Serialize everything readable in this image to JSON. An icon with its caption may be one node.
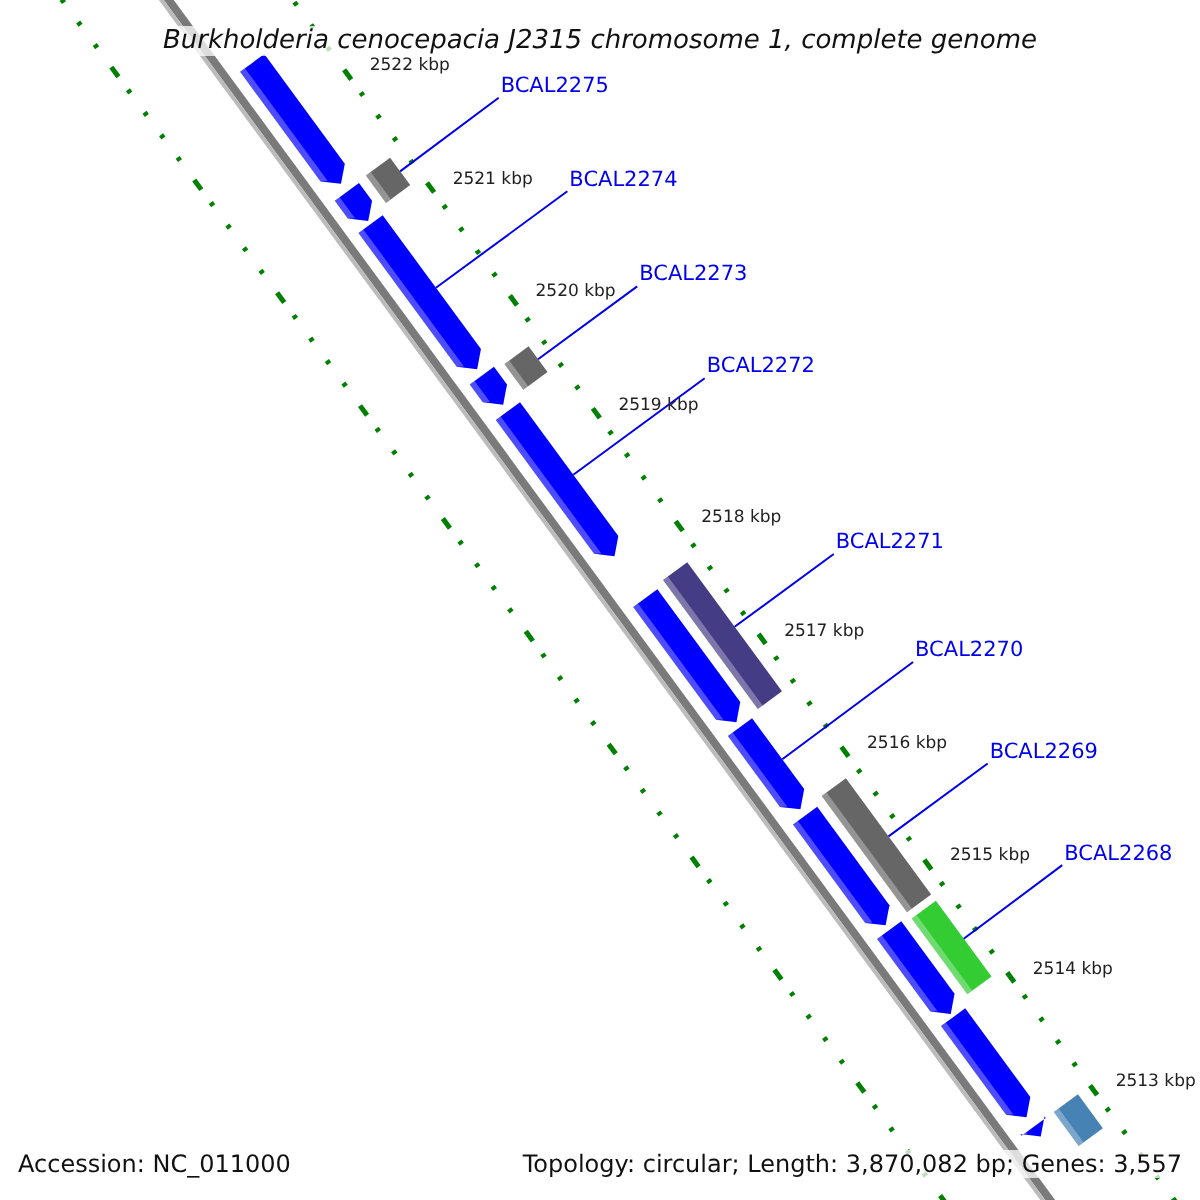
{
  "diagram": {
    "title": "Burkholderia cenocepacia J2315 chromosome 1, complete genome",
    "nodes": [
      {
        "text": [],
        "shape": "arrow"
      },
      {
        "text": [],
        "shape": "bar"
      },
      {
        "text": [],
        "shape": "arrow"
      },
      {
        "text": [],
        "shape": "arrow"
      },
      {
        "text": [],
        "shape": "arrow"
      },
      {
        "text": [],
        "shape": "bar"
      },
      {
        "text": [],
        "shape": "arrow"
      },
      {
        "text": [],
        "shape": "bar"
      },
      {
        "text": [],
        "shape": "arrow"
      },
      {
        "text": [],
        "shape": "arrow"
      },
      {
        "text": [],
        "shape": "bar"
      },
      {
        "text": [],
        "shape": "arrow"
      },
      {
        "text": [],
        "shape": "bar"
      },
      {
        "text": [],
        "shape": "arrow"
      },
      {
        "text": [],
        "shape": "arrow"
      },
      {
        "text": [],
        "shape": "bar"
      },
      {
        "text": [],
        "shape": "arrow"
      },
      {
        "text": [
          "BCAL2275"
        ]
      },
      {
        "text": [
          "BCAL2274"
        ]
      },
      {
        "text": [
          "BCAL2273"
        ]
      },
      {
        "text": [
          "BCAL2272"
        ]
      },
      {
        "text": [
          "BCAL2271"
        ]
      },
      {
        "text": [
          "BCAL2270"
        ]
      },
      {
        "text": [
          "BCAL2269"
        ]
      },
      {
        "text": [
          "BCAL2268"
        ]
      }
    ],
    "edges": [
      {
        "from": 17,
        "to": 1,
        "arrow": "none"
      },
      {
        "from": 18,
        "to": 3,
        "arrow": "none"
      },
      {
        "from": 19,
        "to": 5,
        "arrow": "none"
      },
      {
        "from": 20,
        "to": 6,
        "arrow": "none"
      },
      {
        "from": 21,
        "to": 7,
        "arrow": "none"
      },
      {
        "from": 22,
        "to": 9,
        "arrow": "none"
      },
      {
        "from": 23,
        "to": 10,
        "arrow": "none"
      },
      {
        "from": 24,
        "to": 12,
        "arrow": "none"
      }
    ],
    "labels": [
      "2522 kbp",
      "2521 kbp",
      "2520 kbp",
      "2519 kbp",
      "2518 kbp",
      "2517 kbp",
      "2516 kbp",
      "2515 kbp",
      "2514 kbp",
      "2513 kbp",
      "Accession: NC_011000",
      "Topology: circular; Length: 3,870,082 bp; Genes: 3,557"
    ]
  }
}
